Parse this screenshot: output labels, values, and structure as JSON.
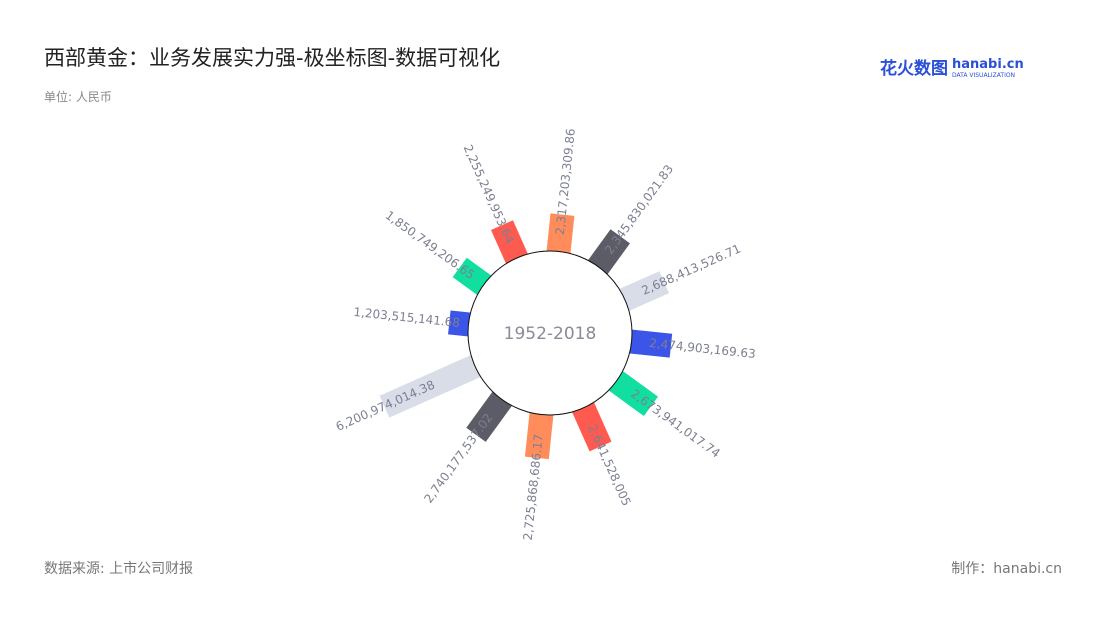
{
  "title": "西部黄金：业务发展实力强-极坐标图-数据可视化",
  "unit": "单位: 人民币",
  "logo": {
    "cn": "花火数图",
    "en": "hanabi.cn",
    "sub": "DATA VISUALIZATION"
  },
  "source": "数据来源: 上市公司财报",
  "maker": "制作：hanabi.cn",
  "chart_data": {
    "type": "bar",
    "polar": true,
    "center_label": "1952-2018",
    "values": [
      2317203309.86,
      2345830021.83,
      2688413526.71,
      2474903169.63,
      2673941017.74,
      2641528005,
      2725868686.17,
      2740177537.02,
      6200974014.38,
      1203515141.68,
      1850749206.65,
      2255249953.64
    ],
    "labels": [
      "2,317,203,309.86",
      "2,345,830,021.83",
      "2,688,413,526.71",
      "2,474,903,169.63",
      "2,673,941,017.74",
      "2,641,528,005",
      "2,725,868,686.17",
      "2,740,177,537.02",
      "6,200,974,014.38",
      "1,203,515,141.68",
      "1,850,749,206.65",
      "2,255,249,953.64"
    ],
    "colors": [
      "#FF8C5A",
      "#5B5C66",
      "#D9DDE8",
      "#3A55E8",
      "#10DFA0",
      "#FF5A50"
    ]
  }
}
